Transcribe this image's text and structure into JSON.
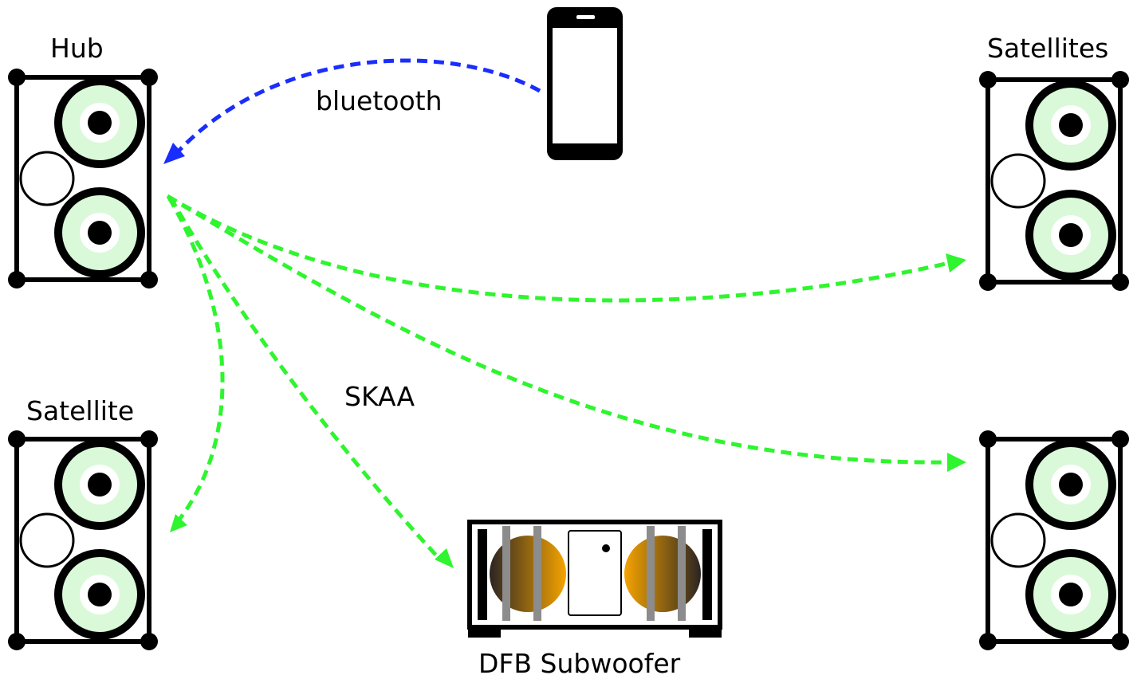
{
  "labels": {
    "hub": "Hub",
    "satellites": "Satellites",
    "satellite": "Satellite",
    "bluetooth": "bluetooth",
    "skaa": "SKAA",
    "subwoofer": "DFB Subwoofer"
  },
  "colors": {
    "bluetooth_link": "#1a2dff",
    "skaa_link": "#2ef52e",
    "woofer_cone": "#d9f9d9",
    "outline": "#000000",
    "sub_driver_dark": "#2b2522",
    "sub_driver_light": "#f5a300",
    "sub_bar": "#8c8c8c"
  },
  "icons": [
    "smartphone-icon",
    "speaker-icon",
    "subwoofer-icon"
  ]
}
